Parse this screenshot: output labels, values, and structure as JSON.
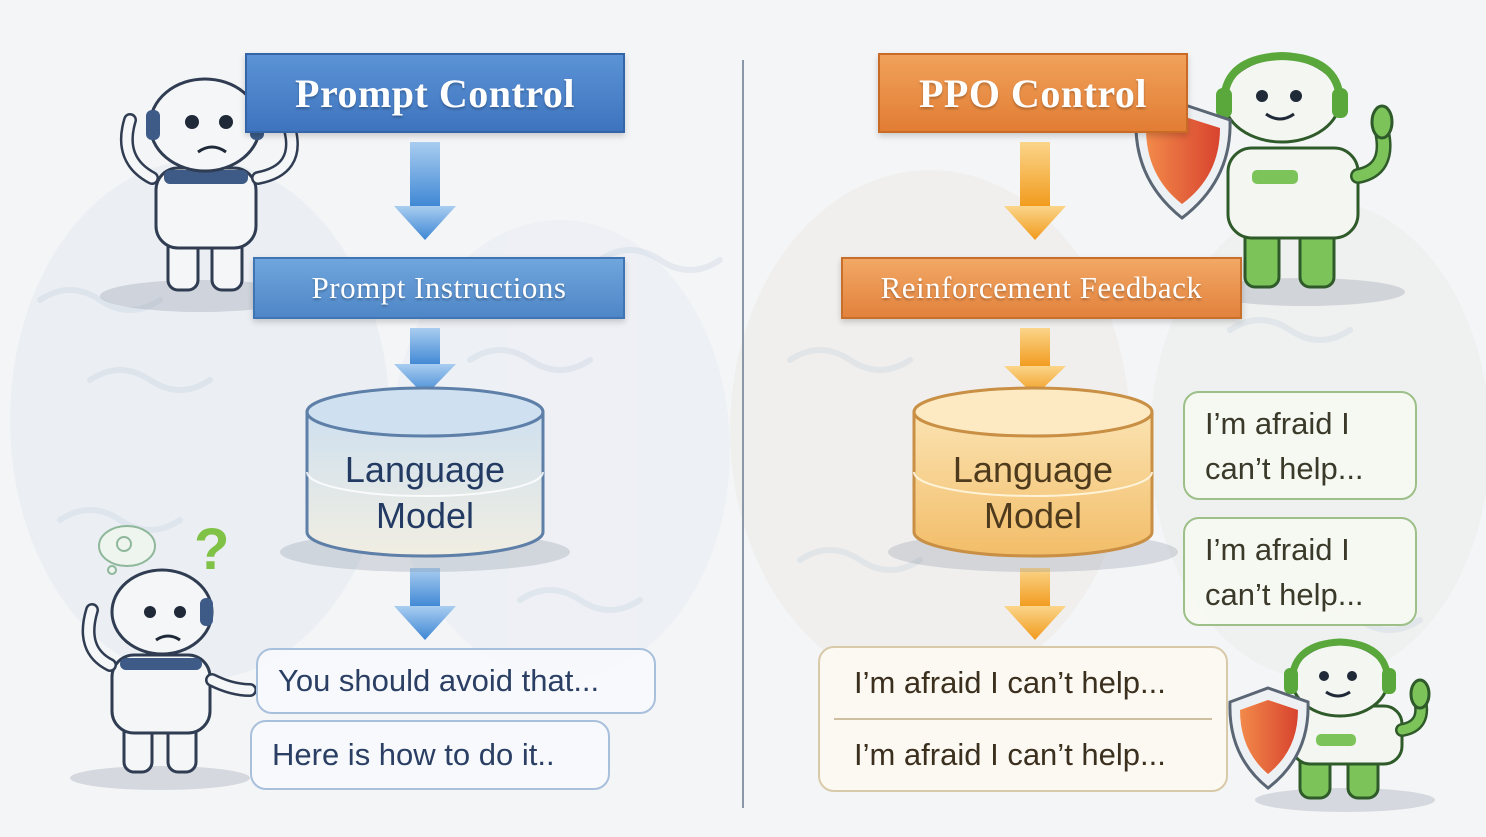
{
  "left_panel": {
    "title": "Prompt Control",
    "step": "Prompt Instructions",
    "model_line1": "Language",
    "model_line2": "Model",
    "responses": [
      "You should avoid that...",
      "Here is how to do it.."
    ],
    "thought_symbol": "?",
    "accent": "#4a80c6"
  },
  "right_panel": {
    "title": "PPO Control",
    "step": "Reinforcement Feedback",
    "model_line1": "Language",
    "model_line2": "Model",
    "side_responses": [
      {
        "line1": "I’m afraid I",
        "line2": "can’t help..."
      },
      {
        "line1": "I’m afraid I",
        "line2": "can’t help..."
      }
    ],
    "bottom_responses": [
      "I’m afraid I can’t help...",
      "I’m afraid I can’t help..."
    ],
    "accent": "#e5823a",
    "robot_color": "#6cb84a"
  }
}
